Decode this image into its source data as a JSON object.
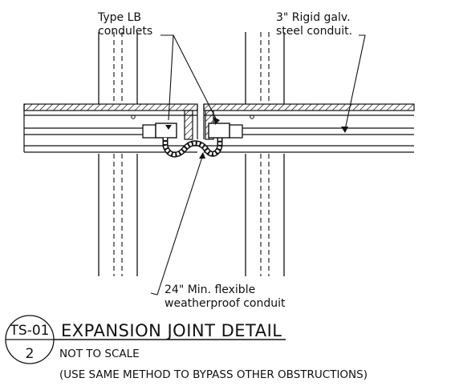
{
  "labels": {
    "type_lb_line1": "Type LB",
    "type_lb_line2": "condulets",
    "rigid_line1": "3\" Rigid galv.",
    "rigid_line2": "steel conduit.",
    "flex_line1": "24\" Min. flexible",
    "flex_line2": "weatherproof conduit"
  },
  "title_block": {
    "sheet": "TS-01",
    "detail_number": "2",
    "title": "EXPANSION JOINT DETAIL",
    "scale_note": "NOT TO SCALE",
    "method_note": "(USE SAME METHOD TO BYPASS OTHER OBSTRUCTIONS)"
  }
}
